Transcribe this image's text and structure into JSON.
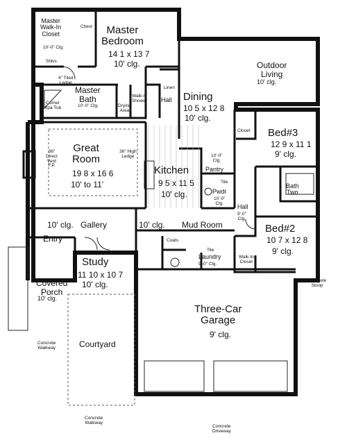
{
  "rooms": {
    "master_walkin": {
      "name": "Master\nWalk-In\nCloset",
      "ceiling": "10'-0\" Clg."
    },
    "chest": {
      "name": "Chest"
    },
    "master_bedroom": {
      "name": "Master\nBedroom",
      "size": "14 1 x 13 7",
      "ceiling": "10' clg."
    },
    "shelves": {
      "name": "Shlvs"
    },
    "tiled_ledge": {
      "name": "4\" Tiled\nLedge"
    },
    "corner_spa": {
      "name": "Corner\nSpa Tub"
    },
    "master_bath": {
      "name": "Master\nBath",
      "ceiling": "10'-0\" Clg."
    },
    "drying_area": {
      "name": "Drying\nArea"
    },
    "walkin_shower": {
      "name": "Walk-In\nShower"
    },
    "linen": {
      "name": "Linen"
    },
    "hall_top": {
      "name": "Hall"
    },
    "outdoor_living": {
      "name": "Outdoor\nLiving",
      "ceiling": "10' clg."
    },
    "dining": {
      "name": "Dining",
      "size": "10 5 x 12 8",
      "ceiling": "10' clg."
    },
    "closet_bed3": {
      "name": "Closet"
    },
    "bed3": {
      "name": "Bed#3",
      "size": "12 9 x 11 1",
      "ceiling": "9' clg."
    },
    "great_room": {
      "name": "Great\nRoom",
      "size": "19 8 x 16 6",
      "ceiling": "10' to 11'"
    },
    "direct_vent": {
      "name": "36\"\nDirect\nVent\nF.P."
    },
    "high_ledge": {
      "name": "36\" High\nLedge"
    },
    "kitchen": {
      "name": "Kitchen",
      "size": "9 5 x 11 5",
      "ceiling": "10' clg."
    },
    "pantry": {
      "name": "Pantry",
      "ceiling": "10'-0\"\nClg."
    },
    "tile": {
      "name": "Tile"
    },
    "pwdr": {
      "name": "Pwdr",
      "ceiling": "10'-0\"\nClg."
    },
    "bath_two": {
      "name": "Bath\nTwo"
    },
    "hall_mid": {
      "name": "Hall",
      "ceiling": "9'-0\"\nClg."
    },
    "bed2": {
      "name": "Bed#2",
      "size": "10 7 x 12 8",
      "ceiling": "9' clg."
    },
    "gallery": {
      "name": "Gallery",
      "ceiling_left": "10' clg.",
      "ceiling_right": "10' clg."
    },
    "entry": {
      "name": "Entry"
    },
    "mud_room": {
      "name": "Mud Room"
    },
    "coats": {
      "name": "Coats"
    },
    "laundry": {
      "name": "Laundry",
      "ceiling": "9'-0\" Clg.",
      "tile": "Tile"
    },
    "walkin_closet_bed2": {
      "name": "Walk-In\nCloset"
    },
    "study": {
      "name": "Study",
      "size": "11 10 x 10 7",
      "ceiling": "10' clg."
    },
    "covered_porch": {
      "name": "Covered\nPorch",
      "ceiling": "10' clg."
    },
    "garage": {
      "name": "Three-Car\nGarage",
      "ceiling": "9' clg."
    },
    "concrete_stoop": {
      "name": "Concrete\nStoop"
    },
    "courtyard": {
      "name": "Courtyard"
    },
    "concrete_walkway_left": {
      "name": "Concrete\nWalkway"
    },
    "concrete_walkway_bottom": {
      "name": "Concrete\nWalkway"
    },
    "concrete_driveway": {
      "name": "Concrete\nDriveway"
    }
  }
}
